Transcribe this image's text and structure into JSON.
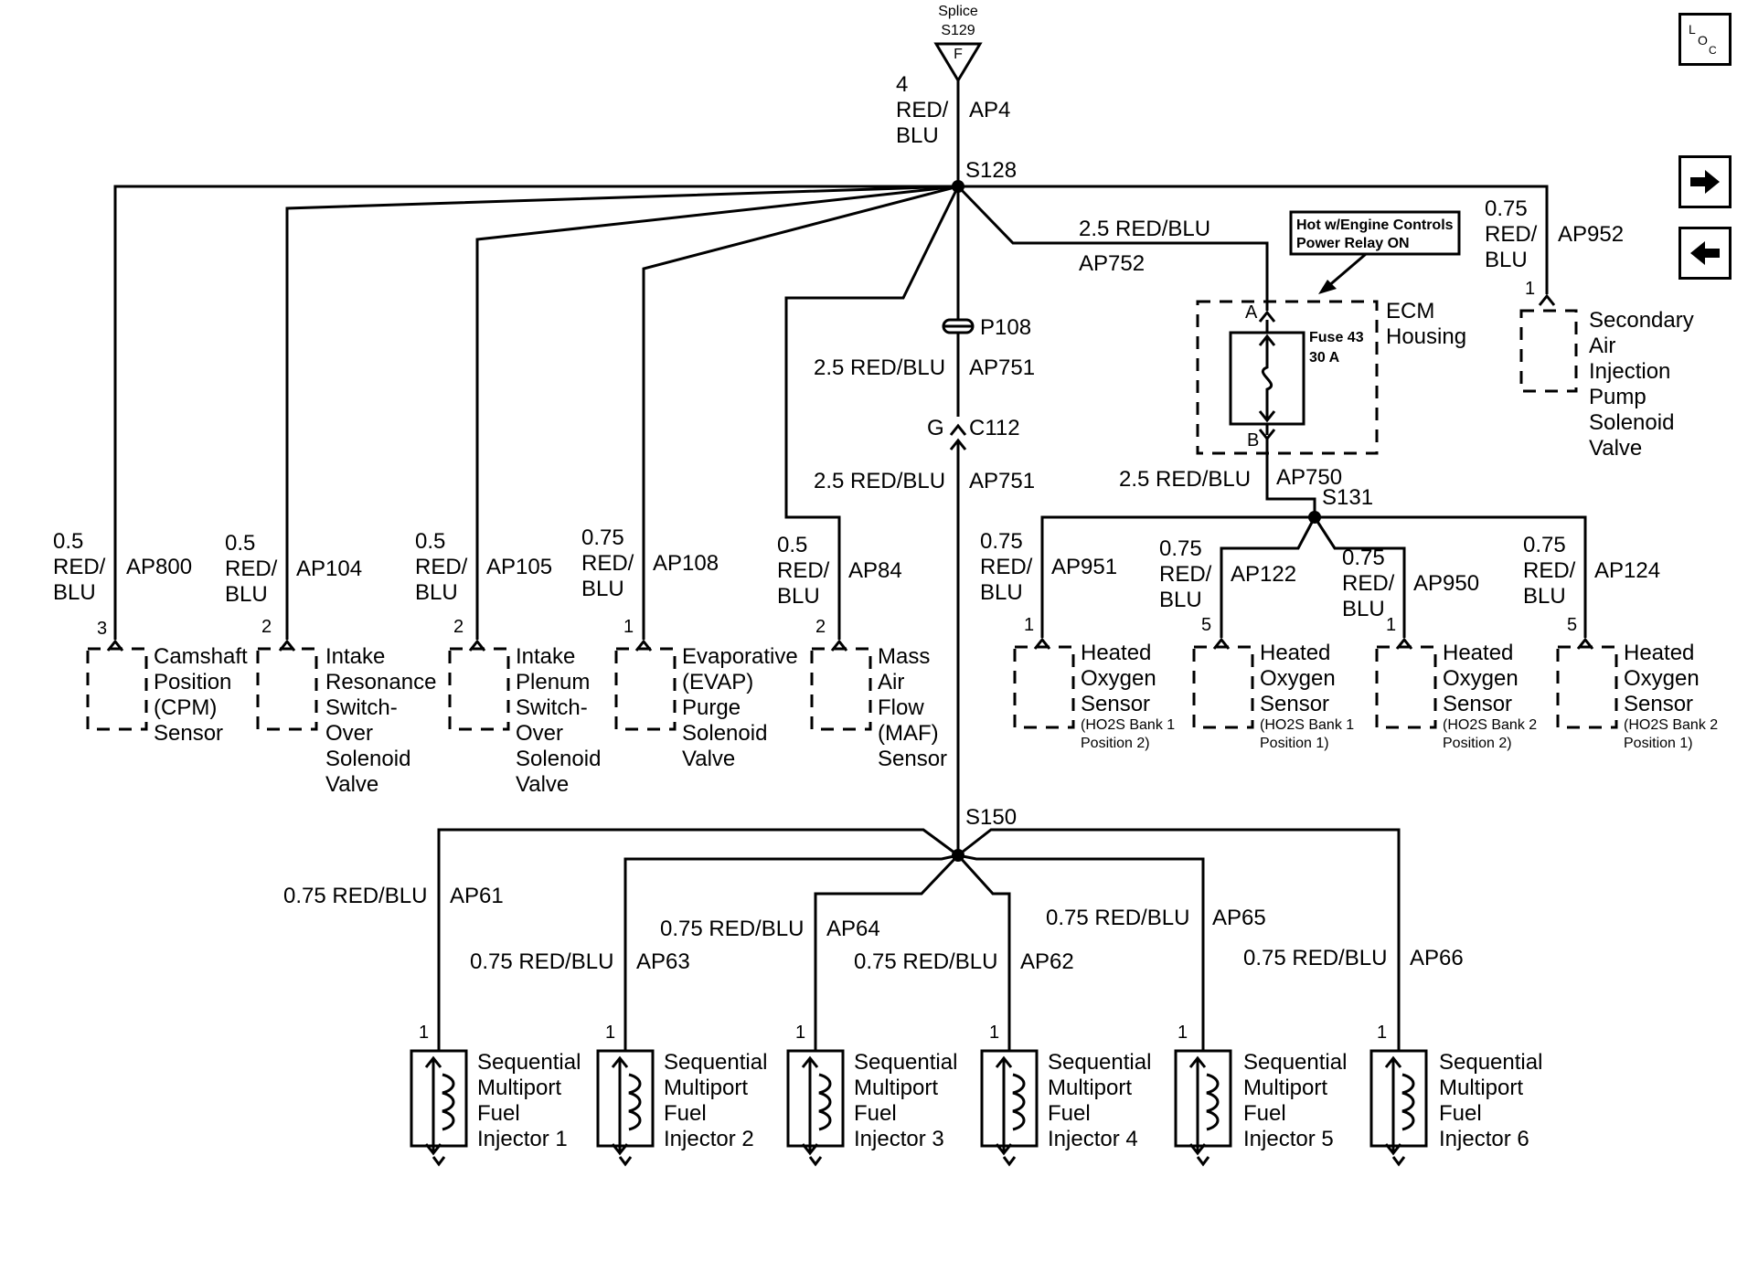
{
  "source": {
    "splice_label": "Splice",
    "splice_id": "S129",
    "pin": "F",
    "circuit_num": "4",
    "wire_color_1": "RED/",
    "wire_color_2": "BLU",
    "circuit": "AP4"
  },
  "s128": "S128",
  "s131": "S131",
  "s150": "S150",
  "p108": "P108",
  "c112": {
    "pin": "G",
    "id": "C112"
  },
  "main_wire_1": {
    "wire": "2.5 RED/BLU",
    "circuit": "AP751"
  },
  "main_wire_2": {
    "wire": "2.5 RED/BLU",
    "circuit": "AP751"
  },
  "ecm_feed": {
    "wire": "2.5 RED/BLU",
    "circuit": "AP752"
  },
  "ecm": {
    "title_1": "ECM",
    "title_2": "Housing",
    "fuse_1": "Fuse 43",
    "fuse_2": "30 A",
    "pin_a": "A",
    "pin_b": "B",
    "note_1": "Hot w/Engine Controls",
    "note_2": "Power Relay ON"
  },
  "ecm_out": {
    "wire": "2.5 RED/BLU",
    "circuit": "AP750"
  },
  "sensors": [
    {
      "size": "0.5",
      "color_1": "RED/",
      "color_2": "BLU",
      "circuit": "AP800",
      "pin": "3",
      "name": [
        "Camshaft",
        "Position",
        "(CPM)",
        "Sensor"
      ]
    },
    {
      "size": "0.5",
      "color_1": "RED/",
      "color_2": "BLU",
      "circuit": "AP104",
      "pin": "2",
      "name": [
        "Intake",
        "Resonance",
        "Switch-",
        "Over",
        "Solenoid",
        "Valve"
      ]
    },
    {
      "size": "0.5",
      "color_1": "RED/",
      "color_2": "BLU",
      "circuit": "AP105",
      "pin": "2",
      "name": [
        "Intake",
        "Plenum",
        "Switch-",
        "Over",
        "Solenoid",
        "Valve"
      ]
    },
    {
      "size": "0.75",
      "color_1": "RED/",
      "color_2": "BLU",
      "circuit": "AP108",
      "pin": "1",
      "name": [
        "Evaporative",
        "(EVAP)",
        "Purge",
        "Solenoid",
        "Valve"
      ]
    },
    {
      "size": "0.5",
      "color_1": "RED/",
      "color_2": "BLU",
      "circuit": "AP84",
      "pin": "2",
      "name": [
        "Mass",
        "Air",
        "Flow",
        "(MAF)",
        "Sensor"
      ]
    }
  ],
  "air_pump": {
    "size": "0.75",
    "color_1": "RED/",
    "color_2": "BLU",
    "circuit": "AP952",
    "pin": "1",
    "name": [
      "Secondary",
      "Air",
      "Injection",
      "Pump",
      "Solenoid",
      "Valve"
    ]
  },
  "o2_sensors": [
    {
      "size": "0.75",
      "color_1": "RED/",
      "color_2": "BLU",
      "circuit": "AP951",
      "pin": "1",
      "name": [
        "Heated",
        "Oxygen",
        "Sensor"
      ],
      "sub": [
        "(HO2S Bank 1",
        "Position 2)"
      ]
    },
    {
      "size": "0.75",
      "color_1": "RED/",
      "color_2": "BLU",
      "circuit": "AP122",
      "pin": "5",
      "name": [
        "Heated",
        "Oxygen",
        "Sensor"
      ],
      "sub": [
        "(HO2S Bank 1",
        "Position 1)"
      ]
    },
    {
      "size": "0.75",
      "color_1": "RED/",
      "color_2": "BLU",
      "circuit": "AP950",
      "pin": "1",
      "name": [
        "Heated",
        "Oxygen",
        "Sensor"
      ],
      "sub": [
        "(HO2S Bank 2",
        "Position 2)"
      ]
    },
    {
      "size": "0.75",
      "color_1": "RED/",
      "color_2": "BLU",
      "circuit": "AP124",
      "pin": "5",
      "name": [
        "Heated",
        "Oxygen",
        "Sensor"
      ],
      "sub": [
        "(HO2S Bank 2",
        "Position 1)"
      ]
    }
  ],
  "injectors": [
    {
      "wire": "0.75 RED/BLU",
      "circuit": "AP61",
      "pin": "1",
      "name": [
        "Sequential",
        "Multiport",
        "Fuel",
        "Injector 1"
      ]
    },
    {
      "wire": "0.75 RED/BLU",
      "circuit": "AP63",
      "pin": "1",
      "name": [
        "Sequential",
        "Multiport",
        "Fuel",
        "Injector 2"
      ]
    },
    {
      "wire": "0.75 RED/BLU",
      "circuit": "AP64",
      "pin": "1",
      "name": [
        "Sequential",
        "Multiport",
        "Fuel",
        "Injector 3"
      ]
    },
    {
      "wire": "0.75 RED/BLU",
      "circuit": "AP62",
      "pin": "1",
      "name": [
        "Sequential",
        "Multiport",
        "Fuel",
        "Injector 4"
      ]
    },
    {
      "wire": "0.75 RED/BLU",
      "circuit": "AP65",
      "pin": "1",
      "name": [
        "Sequential",
        "Multiport",
        "Fuel",
        "Injector 5"
      ]
    },
    {
      "wire": "0.75 RED/BLU",
      "circuit": "AP66",
      "pin": "1",
      "name": [
        "Sequential",
        "Multiport",
        "Fuel",
        "Injector 6"
      ]
    }
  ],
  "nav": {
    "loc_1": "L",
    "loc_2": "O",
    "loc_3": "C",
    "next_icon": "arrow-right-icon",
    "prev_icon": "arrow-left-icon"
  }
}
